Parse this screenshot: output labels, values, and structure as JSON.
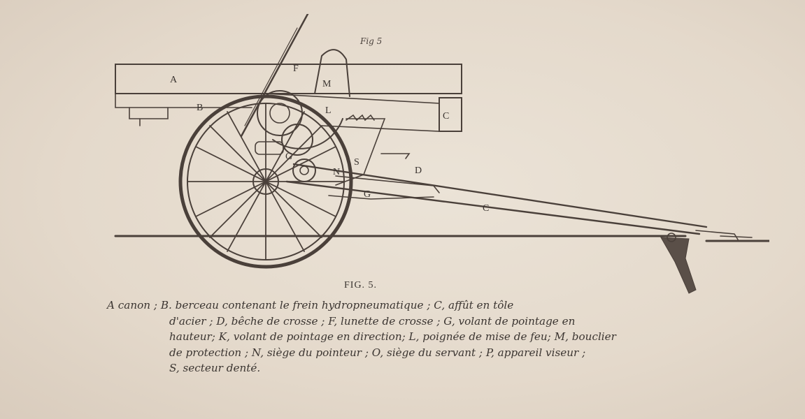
{
  "figure": {
    "top_note": "Fig 5",
    "caption": "FIG. 5.",
    "labels": {
      "A": "A",
      "B": "B",
      "C_barrel": "C",
      "C_trail": "C",
      "D": "D",
      "F": "F",
      "G1": "G",
      "G2": "G",
      "L": "L",
      "M": "M",
      "N": "N",
      "S": "S"
    }
  },
  "legend": {
    "lines": [
      "A canon ; B. berceau contenant le frein hydropneumatique ; C, affût en tôle",
      "d'acier ; D, bêche de crosse ; F, lunette de  crosse ; G, volant de pointage en",
      "hauteur; K, volant de pointage en direction; L, poignée de mise de feu; M, bouclier",
      "de protection ; N, siège du pointeur ; O, siège du servant ; P, appareil viseur ;",
      "S, secteur denté."
    ]
  }
}
